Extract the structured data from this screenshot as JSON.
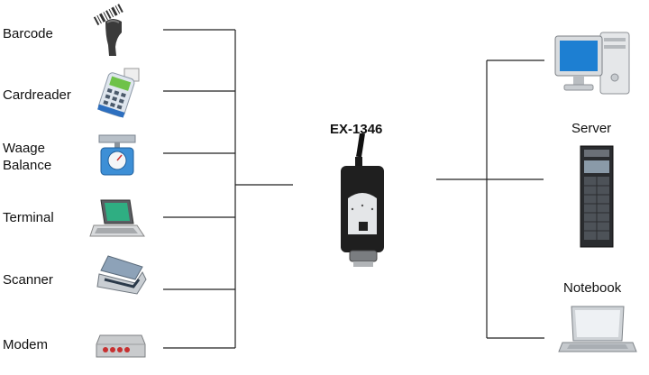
{
  "diagram": {
    "center_label": "EX-1346",
    "left_devices": [
      {
        "label": "Barcode",
        "icon": "barcode-scanner-icon"
      },
      {
        "label": "Cardreader",
        "icon": "card-reader-icon"
      },
      {
        "label": "Waage",
        "label2": "Balance",
        "icon": "scale-icon"
      },
      {
        "label": "Terminal",
        "icon": "terminal-icon"
      },
      {
        "label": "Scanner",
        "icon": "flatbed-scanner-icon"
      },
      {
        "label": "Modem",
        "icon": "modem-icon"
      }
    ],
    "right_devices": [
      {
        "label": "",
        "icon": "desktop-computer-icon"
      },
      {
        "label": "Server",
        "icon": "server-rack-icon"
      },
      {
        "label": "Notebook",
        "icon": "notebook-icon"
      }
    ],
    "line_color": "#222222"
  }
}
